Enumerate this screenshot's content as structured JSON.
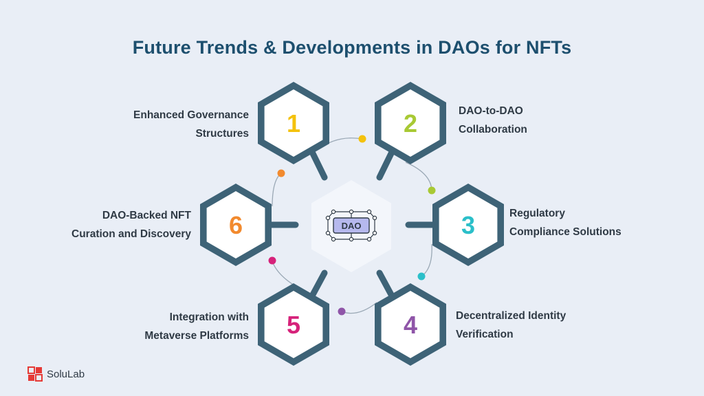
{
  "title": "Future Trends & Developments in DAOs for NFTs",
  "center": {
    "badge": "DAO",
    "icon": "dao-network-icon"
  },
  "items": [
    {
      "number": "1",
      "label_lines": [
        "Enhanced Governance",
        "Structures"
      ],
      "color": "#f4c20d"
    },
    {
      "number": "2",
      "label_lines": [
        "DAO-to-DAO",
        "Collaboration"
      ],
      "color": "#a8c934"
    },
    {
      "number": "3",
      "label_lines": [
        "Regulatory",
        "Compliance Solutions"
      ],
      "color": "#2bbfc9"
    },
    {
      "number": "4",
      "label_lines": [
        "Decentralized Identity",
        "Verification"
      ],
      "color": "#8f55a8"
    },
    {
      "number": "5",
      "label_lines": [
        "Integration with",
        "Metaverse Platforms"
      ],
      "color": "#d6227a"
    },
    {
      "number": "6",
      "label_lines": [
        "DAO-Backed NFT",
        "Curation and Discovery"
      ],
      "color": "#f28a2e"
    }
  ],
  "brand": {
    "name": "SoluLab",
    "logo_icon": "solulab-logo-icon",
    "logo_color": "#e53935"
  },
  "colors": {
    "hex_border": "#3e6377",
    "hex_fill": "#ffffff",
    "title": "#1d4f6e",
    "center_fill": "#f3f6fb"
  }
}
